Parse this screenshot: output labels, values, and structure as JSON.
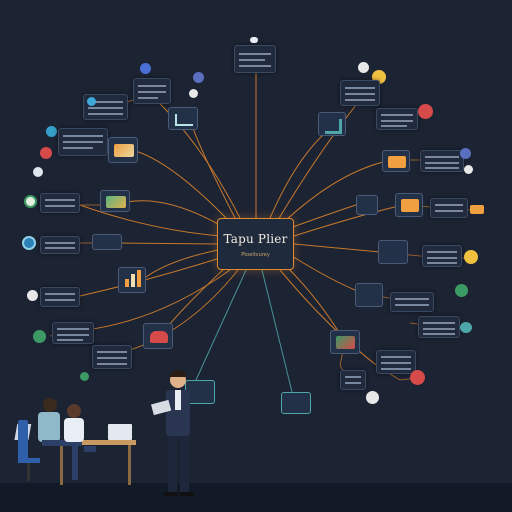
{
  "hub": {
    "title": "Tapu Plier",
    "subtitle": "Ptoeltvurey"
  },
  "colors": {
    "background": "#1c2333",
    "connector_orange": "#d9822b",
    "connector_teal": "#4fa6a8",
    "hub_border": "#e08a2e",
    "card_fill": "#202a3c"
  },
  "icons": [
    "chart-icon",
    "rocket-icon",
    "gear-icon",
    "globe-icon",
    "heart-icon",
    "bolt-icon",
    "people-icon",
    "leaf-icon",
    "smile-icon",
    "book-icon"
  ],
  "scene": {
    "left_group": "two people at a desk with laptops",
    "center_figure": "man in suit holding a tablet"
  }
}
